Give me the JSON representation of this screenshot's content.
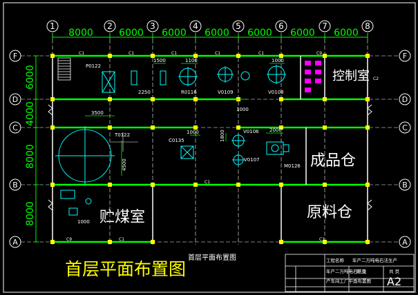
{
  "drawing": {
    "main_title": "首层平面布置图",
    "small_title": "首层平面布置图",
    "colors": {
      "background": "#000000",
      "grid": "#ffffff",
      "dimension": "#00ff00",
      "wall": "#00ff00",
      "column": "#ffff00",
      "equipment": "#00ffff",
      "label": "#ffffff",
      "title": "#ffff00",
      "panel": "#ff00ff"
    },
    "axes_vertical": [
      "1",
      "2",
      "3",
      "4",
      "5",
      "6",
      "7",
      "8"
    ],
    "axes_horizontal": [
      "F",
      "D",
      "C",
      "B",
      "A"
    ],
    "horizontal_dims": [
      "8000",
      "6000",
      "6000",
      "6000",
      "6000",
      "6000",
      "6000"
    ],
    "vertical_dims": [
      "6000",
      "4000",
      "8000",
      "8000"
    ],
    "rooms": {
      "control": "控制室",
      "finished": "成品仓",
      "coal": "贮煤室",
      "raw": "原料仓"
    },
    "equipment": {
      "p0122": "P0122",
      "r0116": "R0116",
      "v0109": "V0109",
      "v0108": "V0108",
      "t0122": "T0122",
      "c0135": "C0135",
      "v0106": "V0106",
      "v0107": "V0107",
      "m0126": "M0126"
    },
    "small_dims": {
      "d3500": "3500",
      "d1500": "1500",
      "d1100": "1100",
      "d1000a": "1000",
      "d1000b": "1000",
      "d2000": "2000",
      "d4500": "4500",
      "d1800": "1800",
      "d1000c": "1000",
      "d1000d": "1000",
      "d2250": "2250"
    },
    "wall_tags": {
      "c1a": "C1",
      "c1b": "C1",
      "c1c": "C1",
      "c1d": "C1",
      "c1e": "C1",
      "c9": "C9",
      "c2": "C2",
      "c1f": "C1",
      "c1g": "C1",
      "c9b": "C9",
      "c1h": "C1"
    },
    "title_block": {
      "project_label": "工程名称",
      "project_name": "年产二万吨电石法生产",
      "drawing_name_1": "年产二万吨电石法生",
      "drawing_name_2": "产车间工厂平面布置图",
      "size": "A2",
      "sheet": "第 页",
      "total": "共 页"
    }
  }
}
